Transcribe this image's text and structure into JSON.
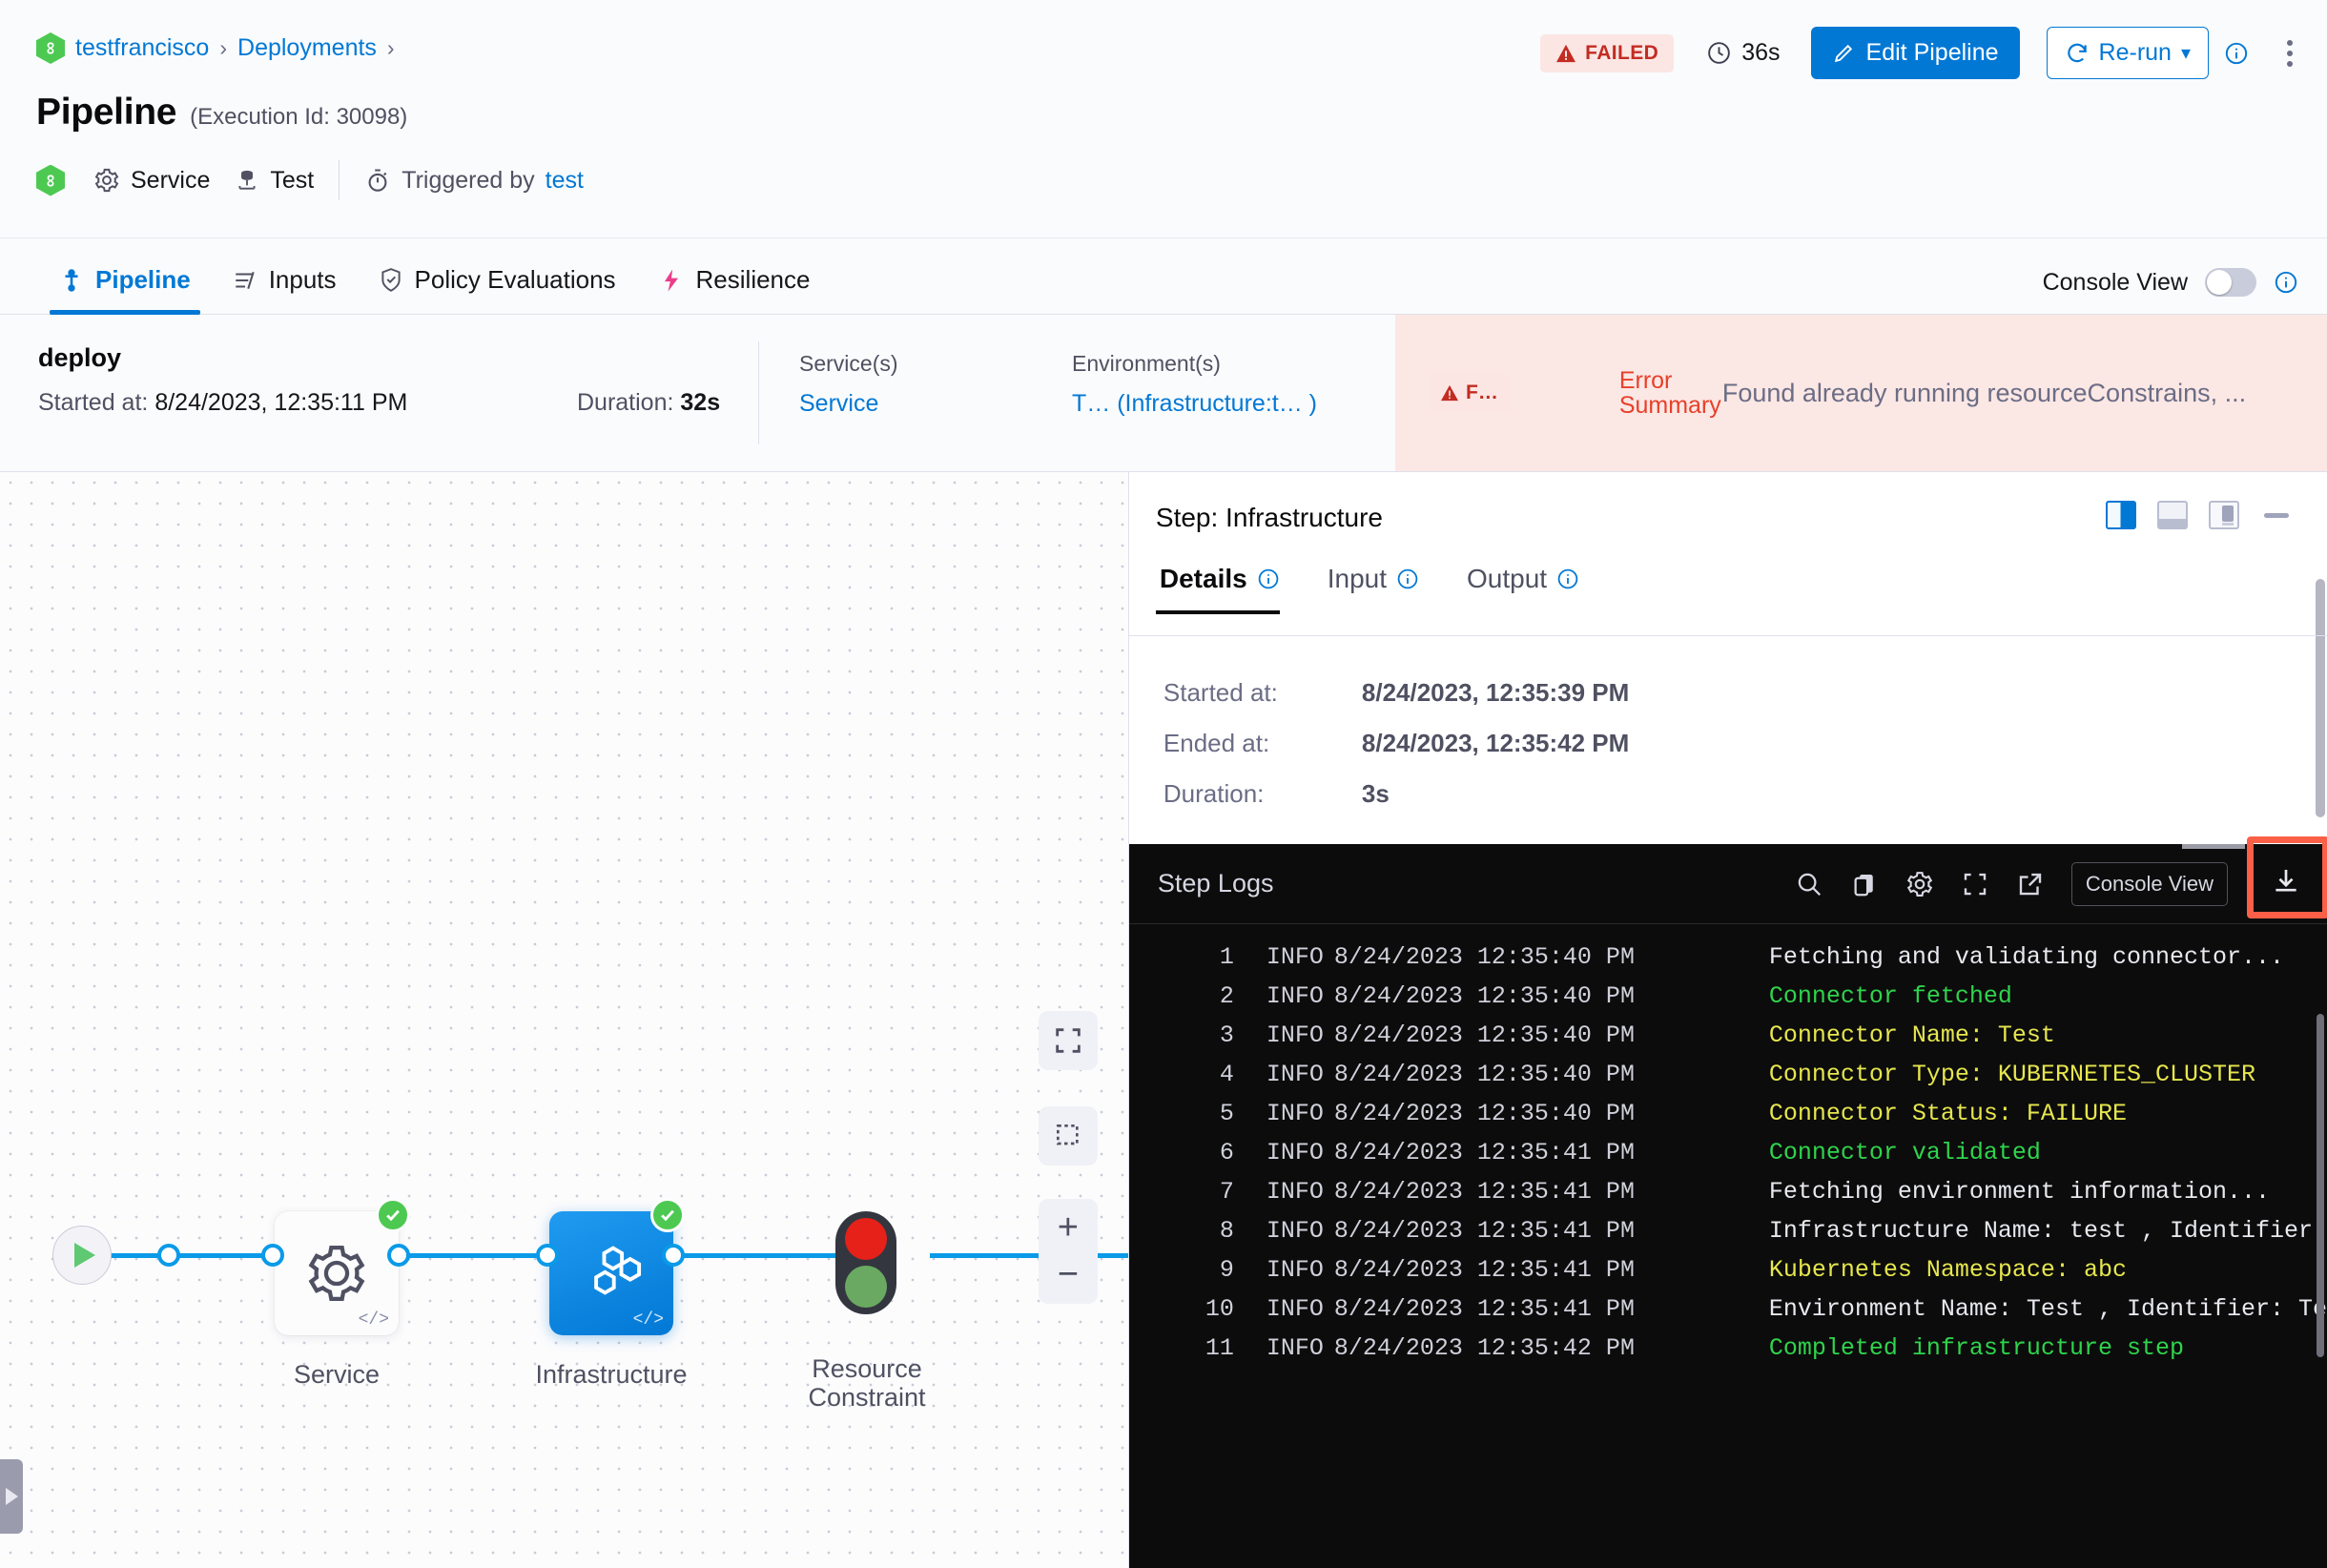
{
  "breadcrumb": {
    "org": "testfrancisco",
    "section": "Deployments",
    "separator": "›"
  },
  "header": {
    "title": "Pipeline",
    "execution_id_label": "(Execution Id: 30098)",
    "service_label": "Service",
    "test_label": "Test",
    "triggered_by_label": "Triggered by",
    "triggered_by_user": "test"
  },
  "actions": {
    "status_badge": "FAILED",
    "duration": "36s",
    "edit_pipeline": "Edit Pipeline",
    "rerun": "Re-run",
    "rerun_caret": "▾"
  },
  "tabs": [
    {
      "label": "Pipeline",
      "icon": "pipeline-icon",
      "active": true
    },
    {
      "label": "Inputs",
      "icon": "inputs-icon",
      "active": false
    },
    {
      "label": "Policy Evaluations",
      "icon": "shield-check-icon",
      "active": false
    },
    {
      "label": "Resilience",
      "icon": "resilience-icon",
      "active": false
    }
  ],
  "console_view": {
    "label": "Console View",
    "enabled": false
  },
  "stage": {
    "name": "deploy",
    "started_at_label": "Started at:",
    "started_at_value": "8/24/2023, 12:35:11 PM",
    "duration_label": "Duration:",
    "duration_value": "32s",
    "services_header": "Service(s)",
    "services_value": "Service",
    "environments_header": "Environment(s)",
    "environments_value": "T… (Infrastructure:t… )",
    "failure_chip": "F…",
    "error_summary_label_line1": "Error",
    "error_summary_label_line2": "Summary",
    "error_summary_text": "Found already running resourceConstrains, ..."
  },
  "graph": {
    "nodes": [
      {
        "id": "start",
        "type": "start",
        "label": ""
      },
      {
        "id": "service",
        "type": "step",
        "label": "Service",
        "status": "success",
        "selected": false,
        "icon": "gear-icon"
      },
      {
        "id": "infrastructure",
        "type": "step",
        "label": "Infrastructure",
        "status": "success",
        "selected": true,
        "icon": "hexagons-icon"
      },
      {
        "id": "resource-constraint",
        "type": "traffic-light",
        "label": "Resource Constraint"
      },
      {
        "id": "end",
        "type": "end",
        "label": ""
      }
    ],
    "controls": {
      "fit": "fit-screen-icon",
      "select": "marquee-select-icon",
      "zoom_in": "+",
      "zoom_out": "−"
    }
  },
  "panel": {
    "title": "Step: Infrastructure",
    "layout_icons": [
      "split-right-layout-icon",
      "split-bottom-layout-icon",
      "float-panel-layout-icon",
      "minimize-icon"
    ],
    "tabs": [
      {
        "label": "Details",
        "active": true
      },
      {
        "label": "Input",
        "active": false
      },
      {
        "label": "Output",
        "active": false
      }
    ],
    "details": [
      {
        "key": "Started at:",
        "value": "8/24/2023, 12:35:39 PM"
      },
      {
        "key": "Ended at:",
        "value": "8/24/2023, 12:35:42 PM"
      },
      {
        "key": "Duration:",
        "value": "3s"
      }
    ]
  },
  "logs": {
    "title": "Step Logs",
    "tools": [
      "search-icon",
      "copy-icon",
      "gear-icon",
      "fullscreen-icon",
      "external-link-icon"
    ],
    "console_view_button": "Console View",
    "download_icon": "download-icon",
    "download_highlighted": true,
    "lines": [
      {
        "n": "1",
        "level": "INFO",
        "time": "8/24/2023 12:35:40 PM",
        "msg": "Fetching and validating connector...",
        "color": "white"
      },
      {
        "n": "2",
        "level": "INFO",
        "time": "8/24/2023 12:35:40 PM",
        "msg": "Connector fetched",
        "color": "green"
      },
      {
        "n": "3",
        "level": "INFO",
        "time": "8/24/2023 12:35:40 PM",
        "msg": "Connector Name: Test",
        "color": "yellow"
      },
      {
        "n": "4",
        "level": "INFO",
        "time": "8/24/2023 12:35:40 PM",
        "msg": "Connector Type: KUBERNETES_CLUSTER",
        "color": "yellow"
      },
      {
        "n": "5",
        "level": "INFO",
        "time": "8/24/2023 12:35:40 PM",
        "msg": "Connector Status: FAILURE",
        "color": "yellow"
      },
      {
        "n": "6",
        "level": "INFO",
        "time": "8/24/2023 12:35:41 PM",
        "msg": "Connector validated",
        "color": "green"
      },
      {
        "n": "7",
        "level": "INFO",
        "time": "8/24/2023 12:35:41 PM",
        "msg": "Fetching environment information...",
        "color": "white"
      },
      {
        "n": "8",
        "level": "INFO",
        "time": "8/24/2023 12:35:41 PM",
        "msg": "Infrastructure Name: test , Identifier:",
        "color": "white"
      },
      {
        "n": "9",
        "level": "INFO",
        "time": "8/24/2023 12:35:41 PM",
        "msg": "Kubernetes Namespace: abc",
        "color": "yellow"
      },
      {
        "n": "10",
        "level": "INFO",
        "time": "8/24/2023 12:35:41 PM",
        "msg": "Environment Name: Test , Identifier: Te",
        "color": "white"
      },
      {
        "n": "11",
        "level": "INFO",
        "time": "8/24/2023 12:35:42 PM",
        "msg": "Completed infrastructure step",
        "color": "green"
      }
    ]
  },
  "colors": {
    "accent": "#0278d5",
    "fail": "#c32c22",
    "success": "#4dc952",
    "highlight": "#fc5f47"
  }
}
